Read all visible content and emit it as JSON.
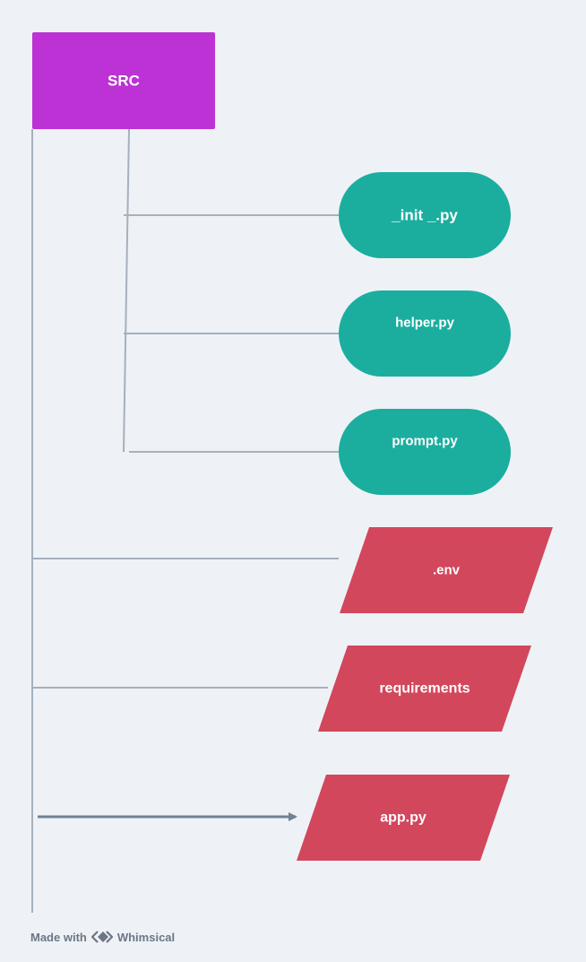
{
  "colors": {
    "background": "#eef2f6",
    "root": "#bd32d4",
    "module": "#1bae9f",
    "file": "#d2475c",
    "connector": "#a6b0bd",
    "arrow": "#718093",
    "footer": "#6b7686"
  },
  "root": {
    "label": "SRC"
  },
  "modules": [
    {
      "label": "_init _.py"
    },
    {
      "label": "helper.py"
    },
    {
      "label": "prompt.py"
    }
  ],
  "files": [
    {
      "label": ".env"
    },
    {
      "label": "requirements"
    },
    {
      "label": "app.py"
    }
  ],
  "footer": {
    "made_with": "Made with",
    "brand": "Whimsical",
    "logo_icon": "whimsical-logo-icon"
  }
}
